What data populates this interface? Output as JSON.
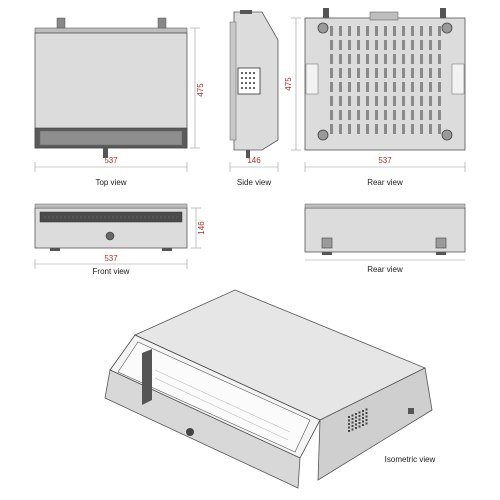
{
  "views": {
    "top": "Top view",
    "side": "Side view",
    "rear_top": "Rear view",
    "front": "Front view",
    "rear_bottom": "Rear view",
    "isometric": "Isometric view"
  },
  "dimensions": {
    "top_width": "537",
    "top_height": "475",
    "side_width": "146",
    "rear_width": "537",
    "rear_height": "475",
    "front_width": "537",
    "front_height": "146"
  },
  "colors": {
    "body_fill": "#dcdcdc",
    "body_stroke": "#555555",
    "dark_panel": "#555555",
    "dim_line": "#9a9a9a",
    "dim_text": "#b03030"
  }
}
